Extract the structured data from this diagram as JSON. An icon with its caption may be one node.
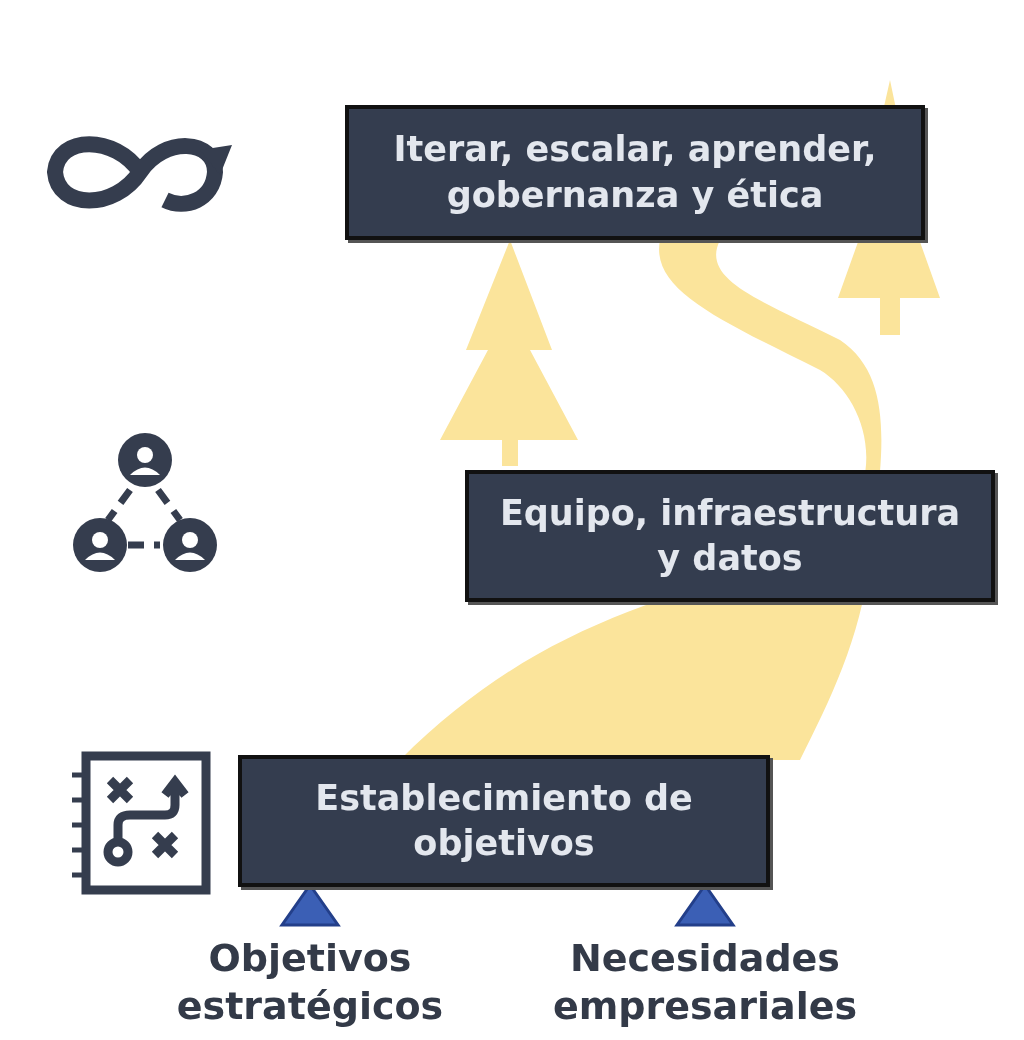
{
  "diagram": {
    "nodes": [
      {
        "text": [
          "Iterar, escalar, aprender, gobernanza y ética"
        ]
      },
      {
        "text": [
          "Equipo, infraestructura y datos"
        ]
      },
      {
        "text": [
          "Establecimiento de objetivos"
        ]
      }
    ],
    "labels": [
      "Objetivos estratégicos",
      "Necesidades empresariales"
    ]
  }
}
